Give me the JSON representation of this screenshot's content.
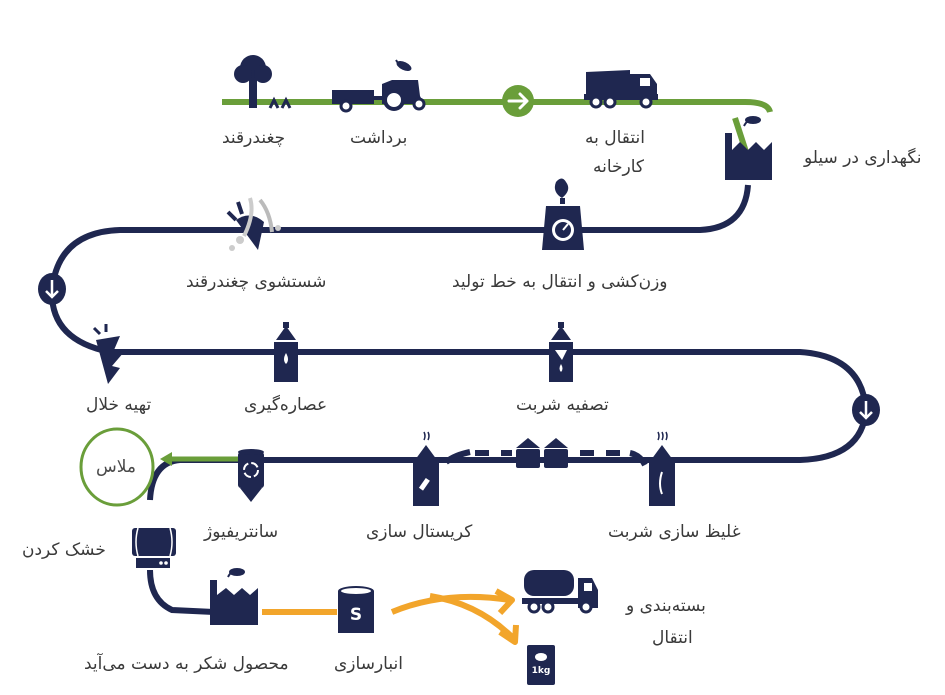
{
  "colors": {
    "navy": "#1f2750",
    "green": "#6a9e3a",
    "orange": "#f2a52b",
    "text": "#3a3a3a"
  },
  "steps": {
    "beet": "چغندرقند",
    "harvest": "برداشت",
    "transport_line1": "انتقال به",
    "transport_line2": "کارخانه",
    "silo": "نگهداری در سیلو",
    "weighing": "وزن‌کشی و انتقال به خط تولید",
    "washing": "شستشوی چغندرقند",
    "slicing": "تهیه خلال",
    "extraction": "عصاره‌گیری",
    "purification": "تصفیه شربت",
    "evaporation": "غلیظ سازی شربت",
    "crystallization": "کریستال سازی",
    "centrifuge": "سانتریفیوژ",
    "molasses": "ملاس",
    "drying": "خشک کردن",
    "sugar_product": "محصول شکر به دست می‌آید",
    "storage": "انبارسازی",
    "packaging_line1": "بسته‌بندی و",
    "packaging_line2": "انتقال"
  },
  "icons": {
    "storage_letter": "S",
    "bag_weight": "1kg"
  }
}
